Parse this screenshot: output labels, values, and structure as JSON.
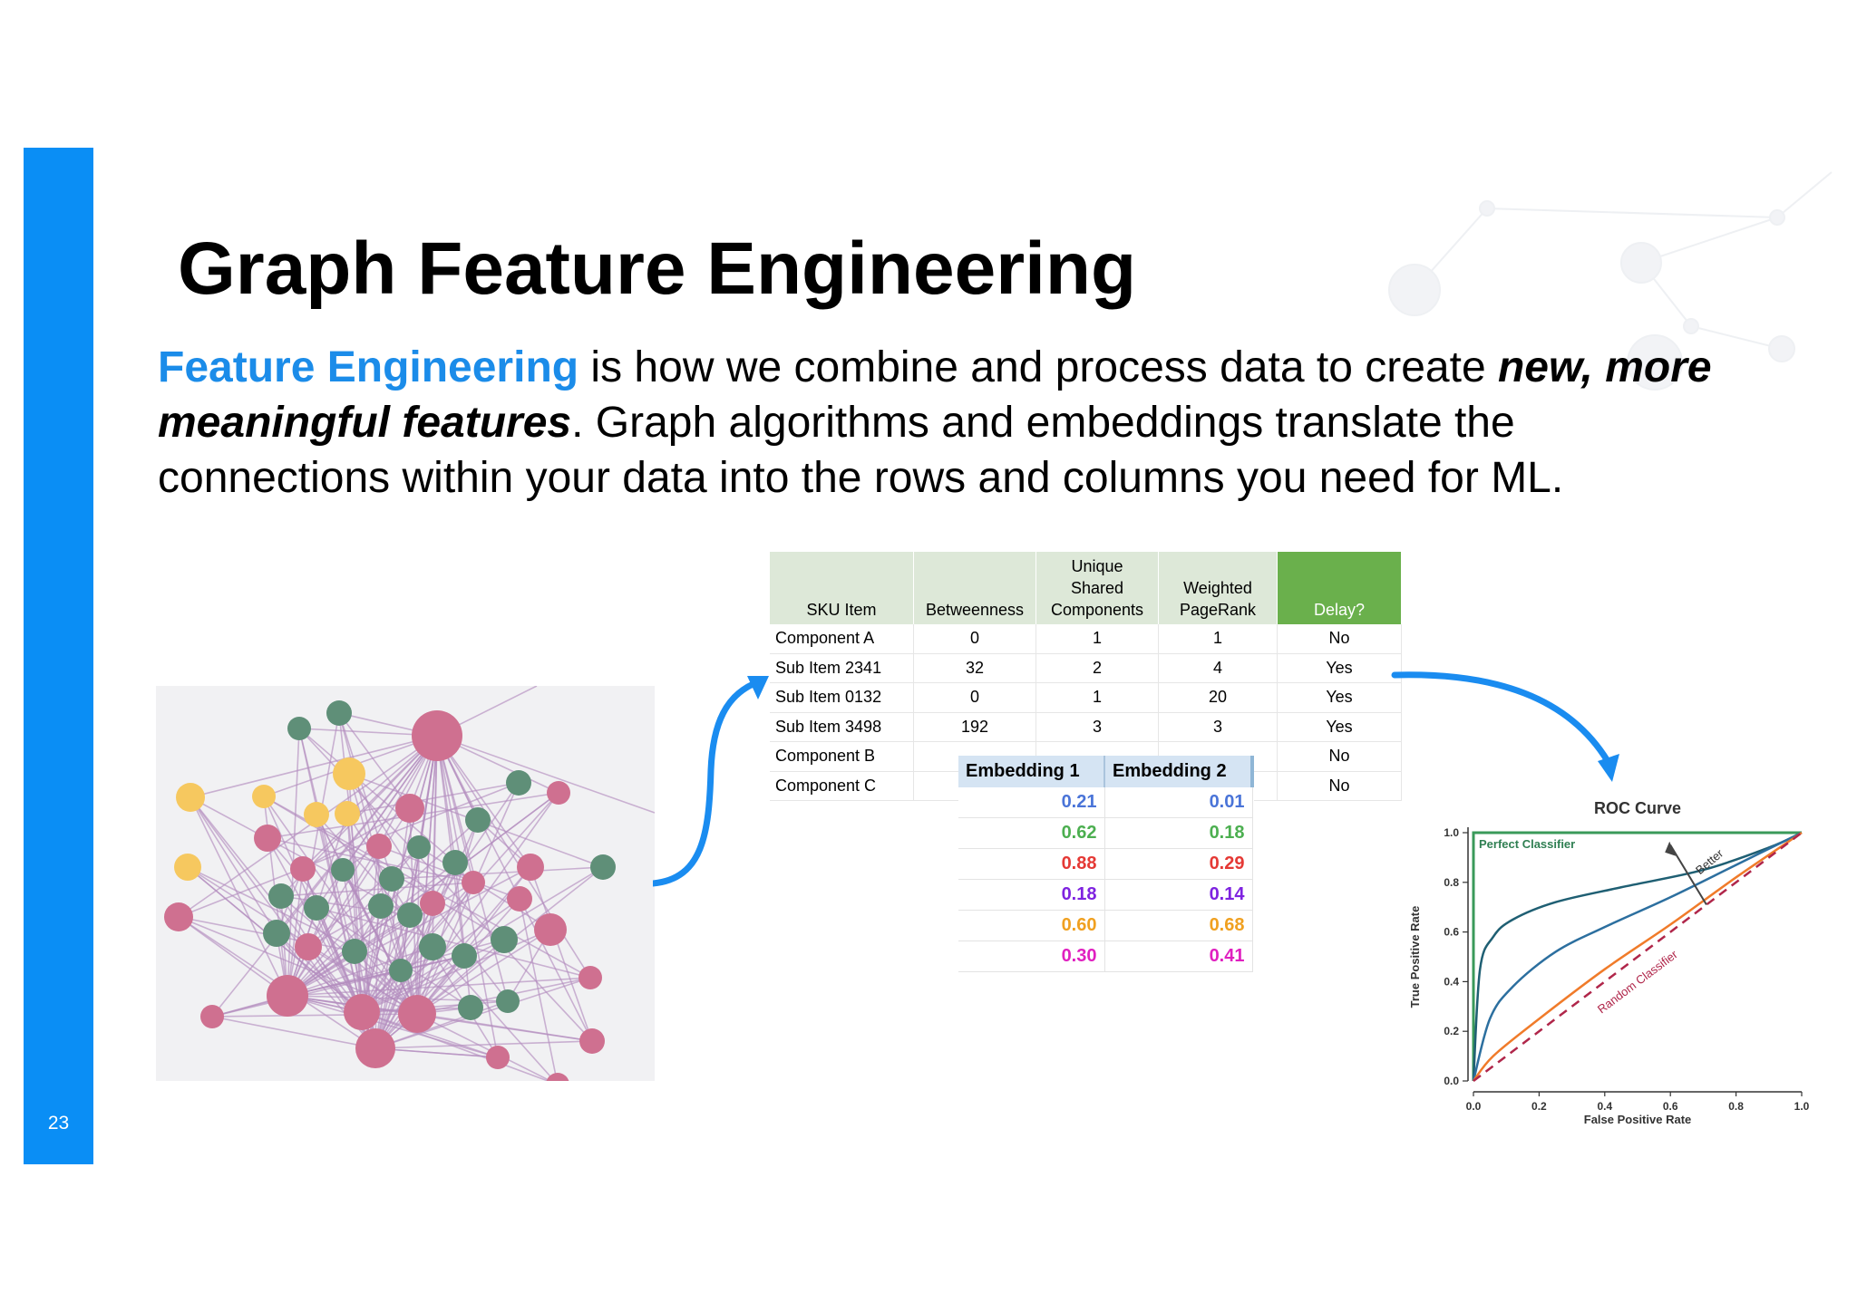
{
  "slide": {
    "page_number": "23",
    "title": "Graph Feature Engineering",
    "intro": {
      "highlight": "Feature Engineering",
      "part1": " is how we combine and process data to create ",
      "emphasis": "new, more meaningful features",
      "part2": ". Graph algorithms and embeddings translate the connections within your data into the rows and columns you need for ML."
    },
    "colors": {
      "accent": "#0a8ef5",
      "highlight": "#1b8ce9",
      "delay_header": "#6ab04c",
      "node_pink": "#cf7090",
      "node_green": "#5f8f78",
      "node_yellow": "#f6c85f"
    }
  },
  "feature_table": {
    "headers": [
      "SKU Item",
      "Betweenness",
      "Unique\nShared\nComponents",
      "Weighted\nPageRank",
      "Delay?"
    ],
    "rows": [
      [
        "Component A",
        "0",
        "1",
        "1",
        "No"
      ],
      [
        "Sub Item 2341",
        "32",
        "2",
        "4",
        "Yes"
      ],
      [
        "Sub Item 0132",
        "0",
        "1",
        "20",
        "Yes"
      ],
      [
        "Sub Item 3498",
        "192",
        "3",
        "3",
        "Yes"
      ],
      [
        "Component B",
        "",
        "",
        "",
        "No"
      ],
      [
        "Component C",
        "",
        "",
        "",
        "No"
      ]
    ]
  },
  "embedding_table": {
    "headers": [
      "Embedding 1",
      "Embedding 2"
    ],
    "rows": [
      {
        "e1": "0.21",
        "e2": "0.01",
        "color": "#4a74d8"
      },
      {
        "e1": "0.62",
        "e2": "0.18",
        "color": "#4caf50"
      },
      {
        "e1": "0.88",
        "e2": "0.29",
        "color": "#e53935"
      },
      {
        "e1": "0.18",
        "e2": "0.14",
        "color": "#7e22e0"
      },
      {
        "e1": "0.60",
        "e2": "0.68",
        "color": "#f0a020"
      },
      {
        "e1": "0.30",
        "e2": "0.41",
        "color": "#e020c0"
      }
    ]
  },
  "chart_data": {
    "type": "line",
    "title": "ROC Curve",
    "xlabel": "False Positive Rate",
    "ylabel": "True Positive Rate",
    "xlim": [
      0,
      1
    ],
    "ylim": [
      0,
      1
    ],
    "x_ticks": [
      "0.0",
      "0.2",
      "0.4",
      "0.6",
      "0.8",
      "1.0"
    ],
    "y_ticks": [
      "0.0",
      "0.2",
      "0.4",
      "0.6",
      "0.8",
      "1.0"
    ],
    "annotations": [
      "Perfect Classifier",
      "Better",
      "Random Classifier"
    ],
    "series": [
      {
        "style": "perfect",
        "color": "#3a9a5a",
        "x": [
          0,
          0,
          1
        ],
        "y": [
          0,
          1,
          1
        ]
      },
      {
        "style": "curve",
        "color": "#1f5f73",
        "x": [
          0,
          0.02,
          0.06,
          0.12,
          0.25,
          0.45,
          0.7,
          0.9,
          1.0
        ],
        "y": [
          0,
          0.45,
          0.58,
          0.65,
          0.72,
          0.78,
          0.85,
          0.94,
          1.0
        ]
      },
      {
        "style": "curve",
        "color": "#2c6f9f",
        "x": [
          0,
          0.05,
          0.12,
          0.25,
          0.4,
          0.6,
          0.8,
          1.0
        ],
        "y": [
          0,
          0.25,
          0.38,
          0.52,
          0.62,
          0.74,
          0.87,
          1.0
        ]
      },
      {
        "style": "curve",
        "color": "#f07b2a",
        "x": [
          0,
          0.06,
          0.2,
          0.4,
          0.6,
          0.8,
          1.0
        ],
        "y": [
          0,
          0.1,
          0.25,
          0.45,
          0.63,
          0.82,
          1.0
        ]
      },
      {
        "style": "dashed",
        "color": "#b0264a",
        "x": [
          0,
          1
        ],
        "y": [
          0,
          1
        ]
      }
    ]
  }
}
